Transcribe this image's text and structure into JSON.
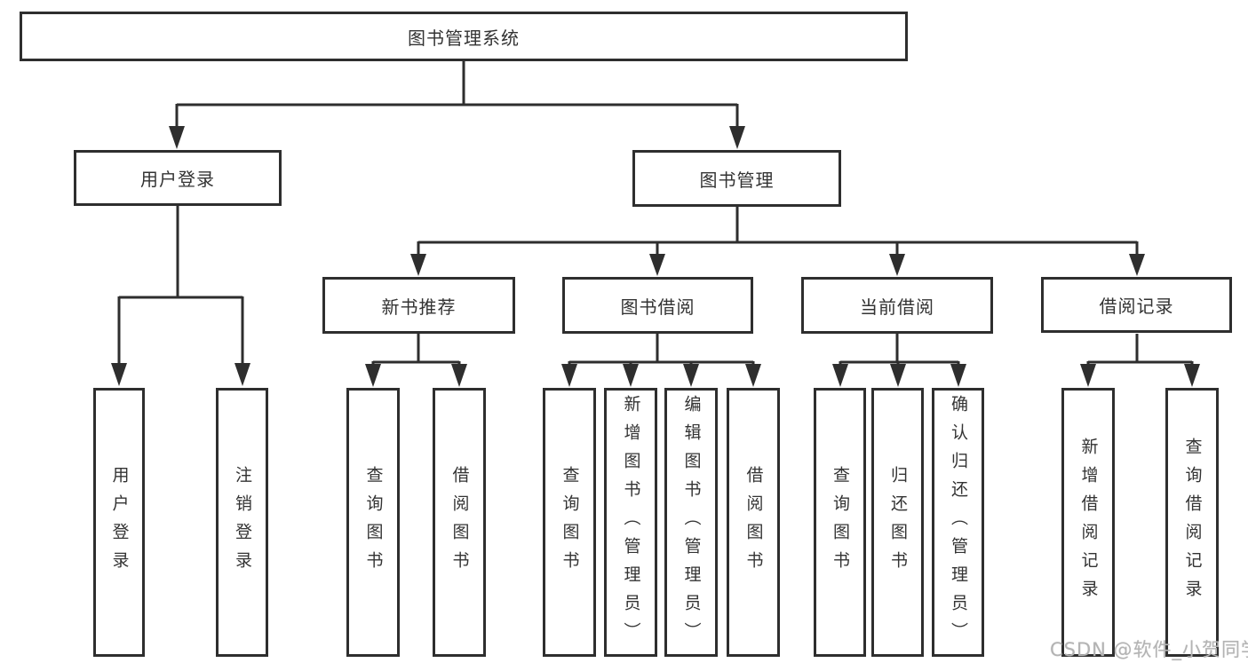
{
  "diagram": {
    "root_label": "图书管理系统",
    "user_login": {
      "label": "用户登录",
      "children": [
        {
          "label": "用户登录"
        },
        {
          "label": "注销登录"
        }
      ]
    },
    "book_mgmt": {
      "label": "图书管理",
      "modules": [
        {
          "label": "新书推荐",
          "children": [
            {
              "label": "查询图书"
            },
            {
              "label": "借阅图书"
            }
          ]
        },
        {
          "label": "图书借阅",
          "children": [
            {
              "label": "查询图书"
            },
            {
              "label": "新增图书（管理员）"
            },
            {
              "label": "编辑图书（管理员）"
            },
            {
              "label": "借阅图书"
            }
          ]
        },
        {
          "label": "当前借阅",
          "children": [
            {
              "label": "查询图书"
            },
            {
              "label": "归还图书"
            },
            {
              "label": "确认归还（管理员）"
            }
          ]
        },
        {
          "label": "借阅记录",
          "children": [
            {
              "label": "新增借阅记录"
            },
            {
              "label": "查询借阅记录"
            }
          ]
        }
      ]
    },
    "watermark": "CSDN @软件_小贺同学",
    "colors": {
      "line": "#2e2e2e",
      "text": "#333333",
      "watermark": "#b3b3b3",
      "background": "#ffffff"
    }
  }
}
